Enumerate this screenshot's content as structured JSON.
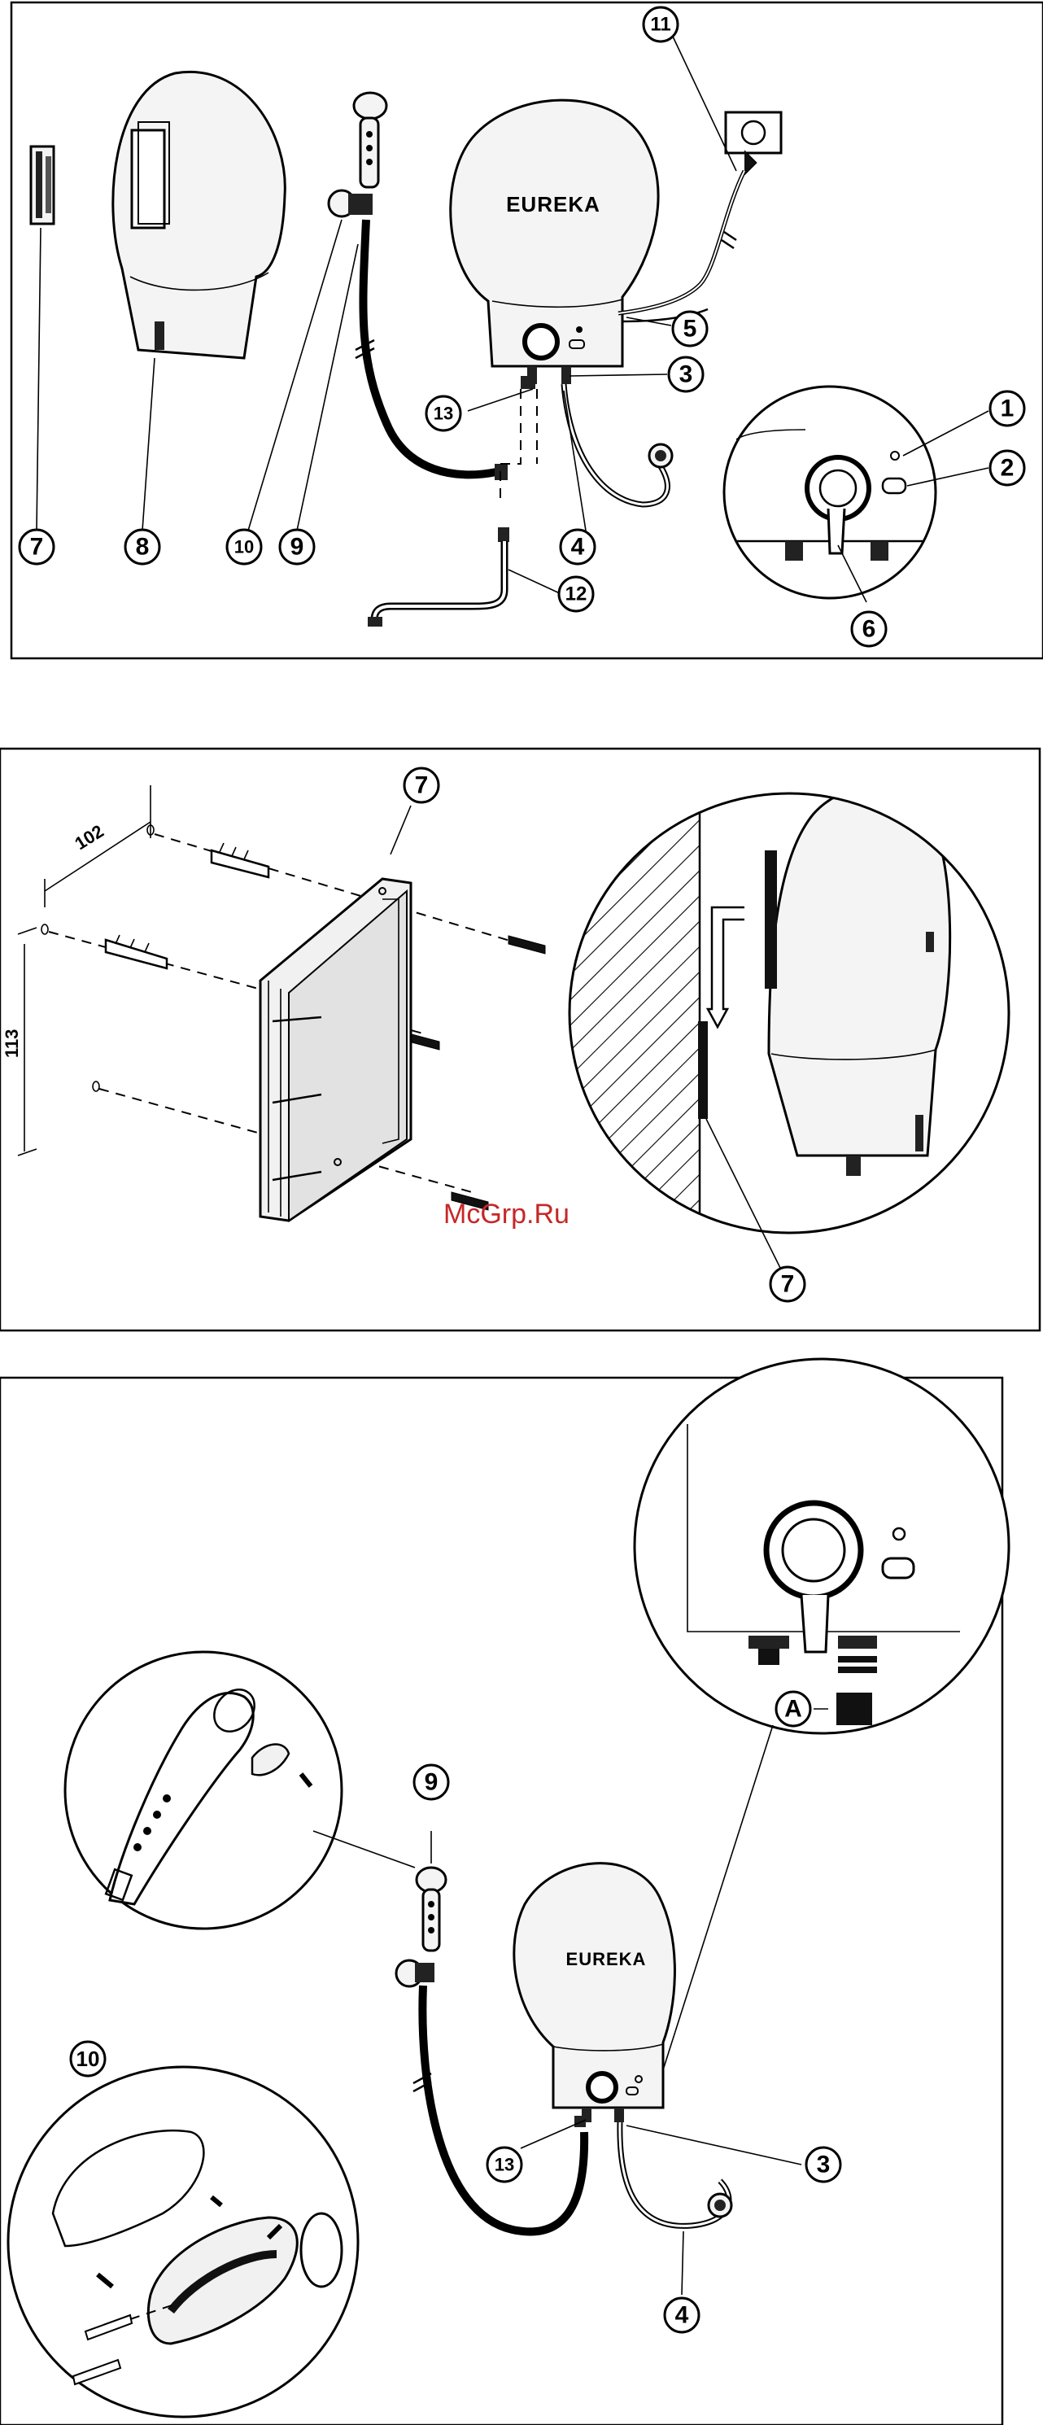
{
  "brand": "EUREKA",
  "watermark": "McGrp.Ru",
  "accent_colors": {
    "watermark": "#c62828",
    "lines": "#000000",
    "background": "#ffffff"
  },
  "panel1": {
    "labels": {
      "c1": "1",
      "c2": "2",
      "c3": "3",
      "c4": "4",
      "c5": "5",
      "c6": "6",
      "c7": "7",
      "c8": "8",
      "c9": "9",
      "c10": "10",
      "c11": "11",
      "c12": "12",
      "c13": "13"
    }
  },
  "panel2": {
    "dim_width": "102",
    "dim_height": "113",
    "labels": {
      "c7a": "7",
      "c7b": "7"
    }
  },
  "panel3": {
    "labels": {
      "c9": "9",
      "c10": "10",
      "c13": "13",
      "c3": "3",
      "c4": "4",
      "cA": "A"
    }
  }
}
